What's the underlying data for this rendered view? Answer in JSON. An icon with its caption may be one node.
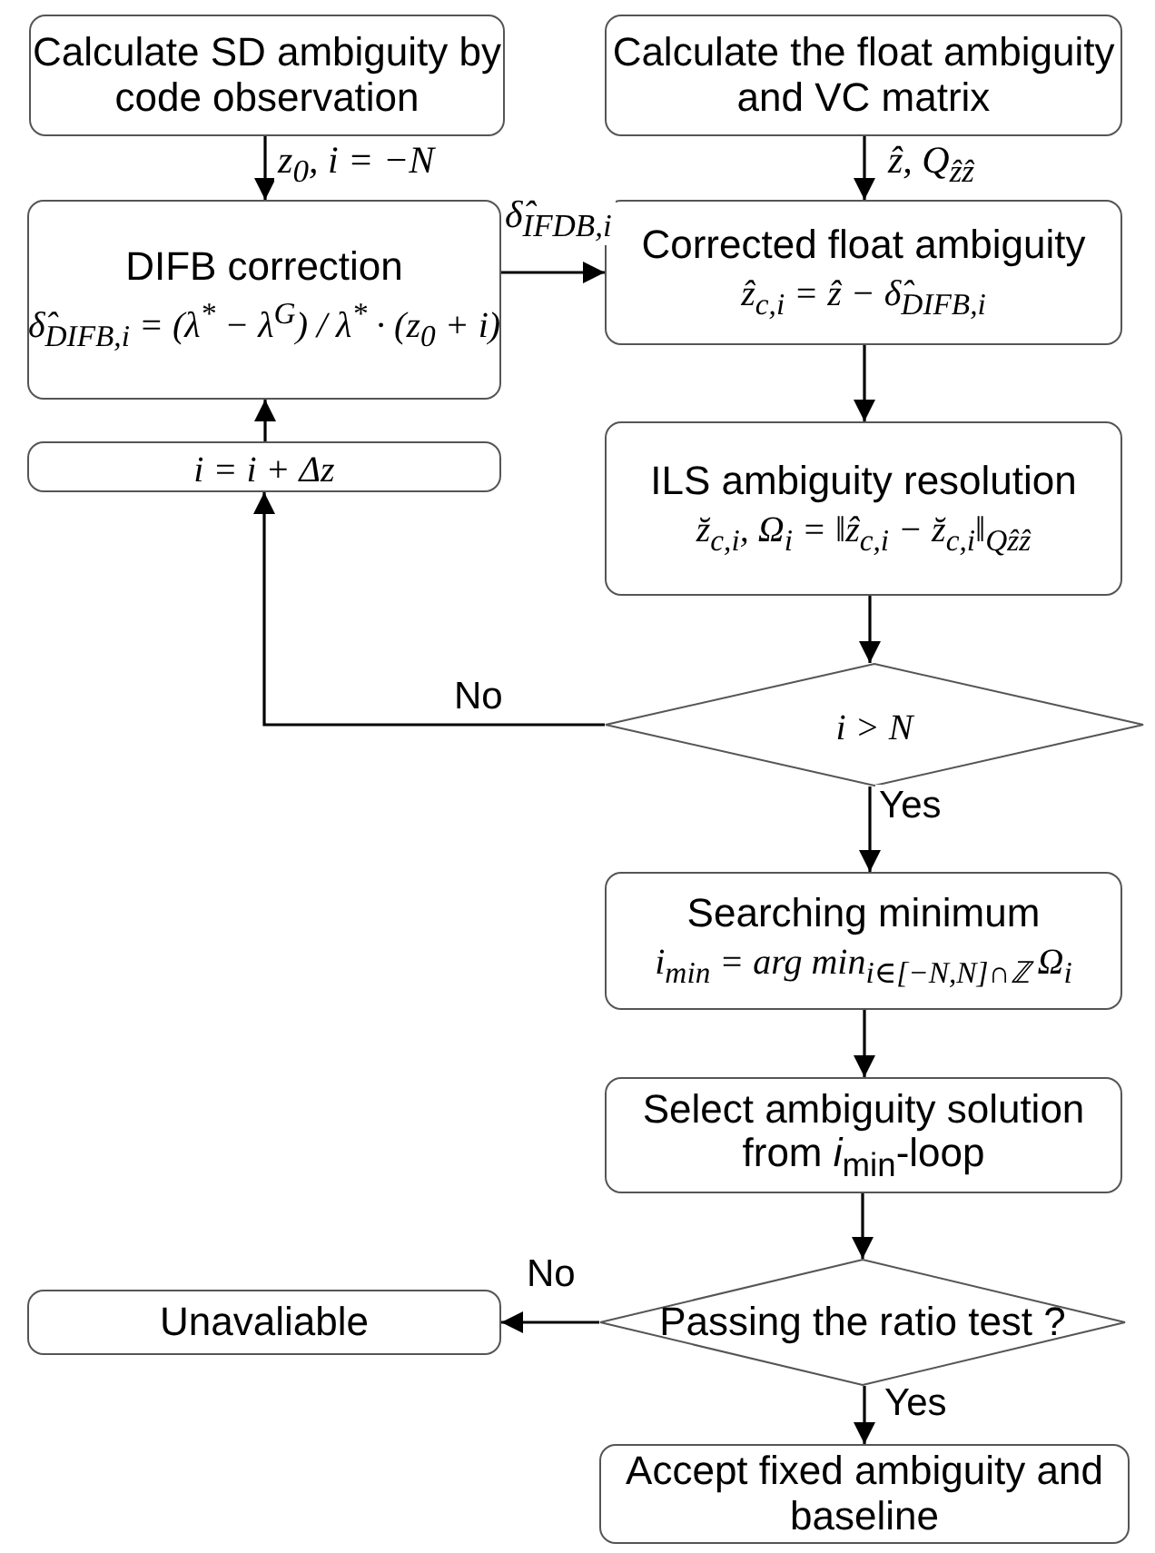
{
  "diagram": {
    "nodes": [
      {
        "text": [
          "Calculate SD ambiguity by code observation"
        ]
      },
      {
        "text": [
          "Calculate the float ambiguity and VC matrix"
        ]
      },
      {
        "text": [
          "DIFB correction",
          "δ̂$_{DIFB,i}$ = (λ$^{*}$ − λ$^{G}$) / λ$^{*}$ · (z$_{0}$ + i)"
        ]
      },
      {
        "text": [
          "Corrected float ambiguity",
          "ẑ$_{c,i}$ = ẑ − δ̂$_{DIFB,i}$"
        ]
      },
      {
        "text": [
          "i = i + Δz"
        ]
      },
      {
        "text": [
          "ILS ambiguity resolution",
          "z̆$_{c,i}$,  Ω$_{i}$ = ‖ẑ$_{c,i}$ − z̆$_{c,i}$‖$_{Qẑẑ}$"
        ]
      },
      {
        "text": [
          "i > N"
        ]
      },
      {
        "text": [
          "Searching minimum",
          "i$_{min}$ = arg min$_{i∈[−N,N]∩ℤ}$ Ω$_{i}$"
        ]
      },
      {
        "text": [
          "Select ambiguity solution from *i*$_{min}$-loop"
        ]
      },
      {
        "text": [
          "Unavaliable"
        ]
      },
      {
        "text": [
          "Passing the ratio test ?"
        ]
      },
      {
        "text": [
          "Accept fixed ambiguity and baseline"
        ]
      }
    ],
    "edges": [
      {
        "from": 0,
        "to": 2,
        "arrow": "to",
        "label": "z$_{0}$, i = −N"
      },
      {
        "from": 1,
        "to": 3,
        "arrow": "to",
        "label": "ẑ,  Q$_{ẑẑ}$"
      },
      {
        "from": 2,
        "to": 3,
        "arrow": "to",
        "label": "δ̂$_{IFDB,i}$"
      },
      {
        "from": 3,
        "to": 5,
        "arrow": "to"
      },
      {
        "from": 5,
        "to": 6,
        "arrow": "to"
      },
      {
        "from": 6,
        "to": 4,
        "arrow": "to",
        "label": "No"
      },
      {
        "from": 4,
        "to": 2,
        "arrow": "to"
      },
      {
        "from": 6,
        "to": 7,
        "arrow": "to",
        "label": "Yes"
      },
      {
        "from": 7,
        "to": 8,
        "arrow": "to"
      },
      {
        "from": 8,
        "to": 10,
        "arrow": "to"
      },
      {
        "from": 10,
        "to": 9,
        "arrow": "to",
        "label": "No"
      },
      {
        "from": 10,
        "to": 11,
        "arrow": "to",
        "label": "Yes"
      }
    ]
  }
}
